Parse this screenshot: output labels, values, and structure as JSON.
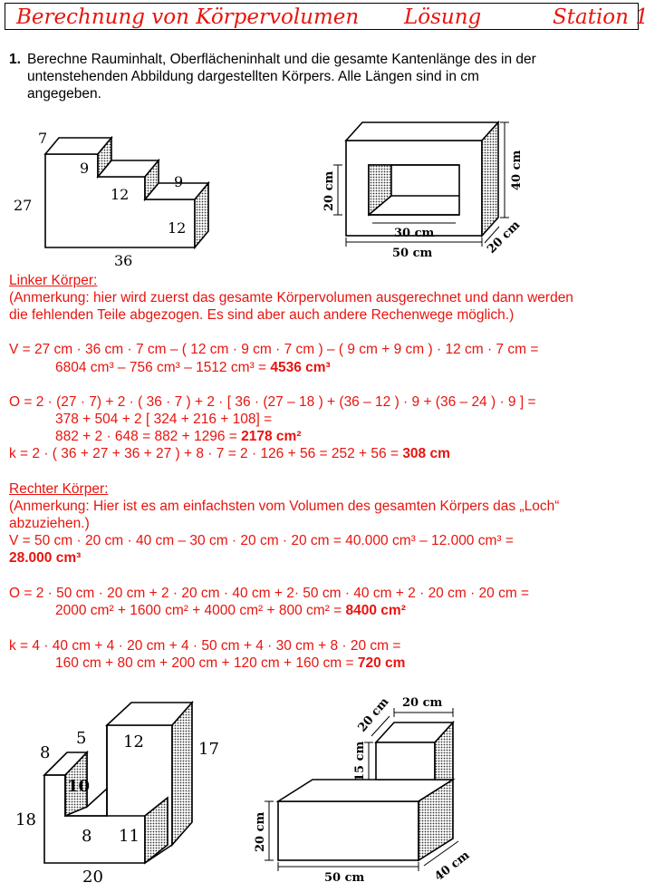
{
  "header": {
    "title": "Berechnung von Körpervolumen",
    "solution": "Lösung",
    "station": "Station 1"
  },
  "task": {
    "number": "1.",
    "line1": "Berechne Rauminhalt, Oberflächeninhalt und die gesamte Kantenlänge des in der",
    "line2": "untenstehenden Abbildung dargestellten Körpers. Alle Längen sind in cm",
    "line3": "angegeben."
  },
  "fig1": {
    "l7": "7",
    "l9a": "9",
    "l27": "27",
    "l12a": "12",
    "l9b": "9",
    "l12b": "12",
    "l36": "36"
  },
  "fig2": {
    "h20": "20 cm",
    "h40": "40 cm",
    "w30": "30 cm",
    "w50": "50 cm",
    "d20": "20 cm"
  },
  "left": {
    "heading": "Linker Körper:",
    "note1": "(Anmerkung: hier wird zuerst das gesamte Körpervolumen ausgerechnet und dann werden",
    "note2": "die fehlenden Teile abgezogen.  Es sind aber auch andere Rechenwege möglich.)",
    "v1": "V = 27 cm · 36 cm · 7 cm – ( 12 cm · 9 cm · 7 cm ) – ( 9 cm + 9 cm ) · 12 cm · 7 cm =",
    "v2": "6804 cm³ – 756 cm³ – 1512 cm³  =",
    "v2b": "4536 cm³",
    "o1": "O = 2 · (27 · 7) + 2 · ( 36 · 7 ) + 2 · [ 36 · (27 – 18 ) + (36 – 12 ) · 9 + (36 – 24 ) · 9 ] =",
    "o2": "378 + 504 + 2 [ 324 + 216 + 108] =",
    "o3": "882 + 2 · 648 =  882 + 1296 =",
    "o3b": "2178 cm²",
    "k": "k = 2 · ( 36 + 27 + 36 + 27 ) + 8 · 7 = 2 · 126 + 56 = 252 + 56 =",
    "kb": "308 cm"
  },
  "right": {
    "heading": "Rechter Körper:",
    "note1": "(Anmerkung: Hier ist es am einfachsten vom Volumen des gesamten Körpers das „Loch“",
    "note2": "abzuziehen.)",
    "v1": "V = 50 cm · 20 cm · 40 cm – 30 cm · 20 cm · 20 cm = 40.000 cm³ – 12.000 cm³ =",
    "v2": "28.000 cm³",
    "o1": "O = 2 · 50 cm · 20 cm + 2 · 20 cm · 40 cm +  2· 50 cm · 40 cm + 2 · 20 cm · 20 cm =",
    "o2": "2000 cm² + 1600 cm² + 4000 cm² + 800 cm² =",
    "o2b": "8400 cm²",
    "k1": "k = 4 · 40 cm + 4 · 20 cm + 4 · 50 cm + 4 · 30 cm + 8 · 20 cm =",
    "k2": "160 cm +  80 cm + 200 cm + 120 cm + 160 cm =",
    "k2b": "720 cm"
  },
  "fig3": {
    "l5": "5",
    "l12": "12",
    "l8a": "8",
    "l17": "17",
    "l10": "10",
    "l18": "18",
    "l8b": "8",
    "l11": "11",
    "l20": "20"
  },
  "fig4": {
    "w20top": "20 cm",
    "d20top": "20 cm",
    "h15": "15 cm",
    "h20": "20 cm",
    "w50": "50 cm",
    "d40": "40 cm"
  }
}
